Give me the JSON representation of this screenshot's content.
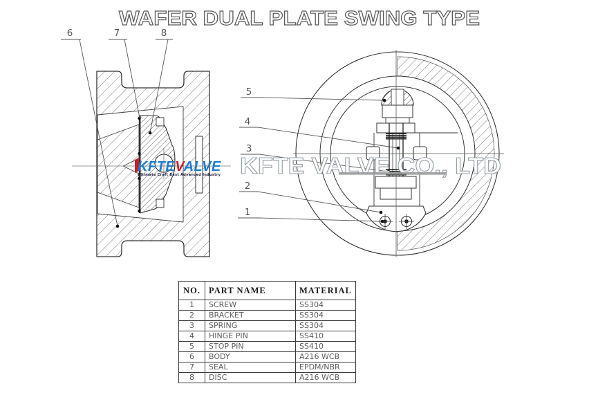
{
  "title": "WAFER DUAL PLATE SWING TYPE",
  "watermark": {
    "logo_text_1": "KFTE",
    "logo_accent": "V",
    "logo_text_2": "ALVE",
    "logo_tagline": "Ultimate Craft Best Advanced Industry",
    "company_text": "KFTE VALVE CO., LTD",
    "logo_blue": "#1d7cce",
    "logo_red": "#c8202a",
    "outline_gray": "#98a0a8"
  },
  "callouts": {
    "left": [
      "6",
      "7",
      "8"
    ],
    "right": [
      "5",
      "4",
      "3",
      "2",
      "1"
    ]
  },
  "parts_table": {
    "headers": [
      "NO.",
      "PART NAME",
      "MATERIAL"
    ],
    "rows": [
      [
        "1",
        "SCREW",
        "SS304"
      ],
      [
        "2",
        "BRACKET",
        "SS304"
      ],
      [
        "3",
        "SPRING",
        "SS304"
      ],
      [
        "4",
        "HINGE PIN",
        "SS410"
      ],
      [
        "5",
        "STOP PIN",
        "SS410"
      ],
      [
        "6",
        "BODY",
        "A216 WCB"
      ],
      [
        "7",
        "SEAL",
        "EPDM/NBR"
      ],
      [
        "8",
        "DISC",
        "A216 WCB"
      ]
    ]
  }
}
